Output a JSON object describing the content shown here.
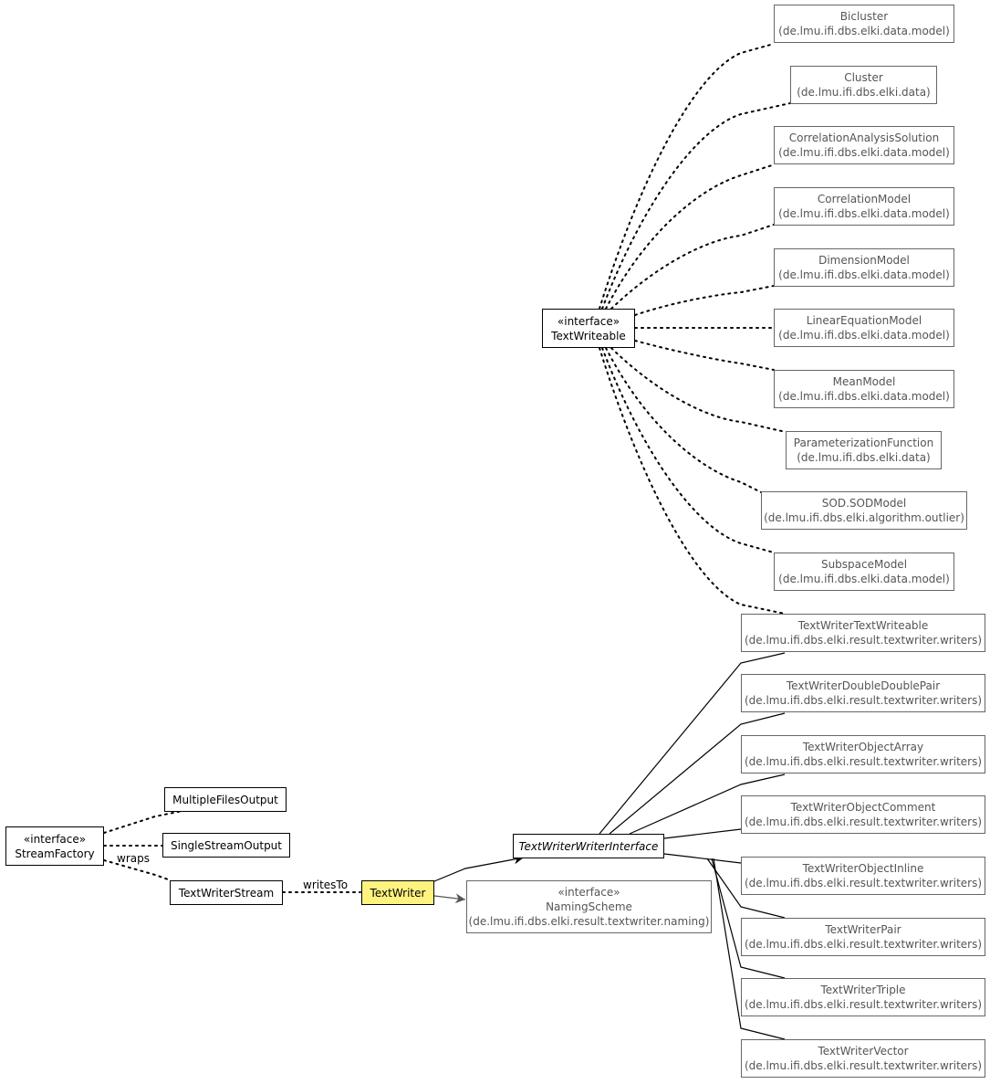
{
  "nodes": {
    "bicluster": {
      "name": "Bicluster",
      "package": "(de.lmu.ifi.dbs.elki.data.model)"
    },
    "cluster": {
      "name": "Cluster",
      "package": "(de.lmu.ifi.dbs.elki.data)"
    },
    "correlation_analysis_solution": {
      "name": "CorrelationAnalysisSolution",
      "package": "(de.lmu.ifi.dbs.elki.data.model)"
    },
    "correlation_model": {
      "name": "CorrelationModel",
      "package": "(de.lmu.ifi.dbs.elki.data.model)"
    },
    "dimension_model": {
      "name": "DimensionModel",
      "package": "(de.lmu.ifi.dbs.elki.data.model)"
    },
    "linear_equation_model": {
      "name": "LinearEquationModel",
      "package": "(de.lmu.ifi.dbs.elki.data.model)"
    },
    "mean_model": {
      "name": "MeanModel",
      "package": "(de.lmu.ifi.dbs.elki.data.model)"
    },
    "parameterization_function": {
      "name": "ParameterizationFunction",
      "package": "(de.lmu.ifi.dbs.elki.data)"
    },
    "sod_model": {
      "name": "SOD.SODModel",
      "package": "(de.lmu.ifi.dbs.elki.algorithm.outlier)"
    },
    "subspace_model": {
      "name": "SubspaceModel",
      "package": "(de.lmu.ifi.dbs.elki.data.model)"
    },
    "text_writeable": {
      "stereotype": "«interface»",
      "name": "TextWriteable"
    },
    "tw_text_writeable": {
      "name": "TextWriterTextWriteable",
      "package": "(de.lmu.ifi.dbs.elki.result.textwriter.writers)"
    },
    "tw_double_double_pair": {
      "name": "TextWriterDoubleDoublePair",
      "package": "(de.lmu.ifi.dbs.elki.result.textwriter.writers)"
    },
    "tw_object_array": {
      "name": "TextWriterObjectArray",
      "package": "(de.lmu.ifi.dbs.elki.result.textwriter.writers)"
    },
    "tw_object_comment": {
      "name": "TextWriterObjectComment",
      "package": "(de.lmu.ifi.dbs.elki.result.textwriter.writers)"
    },
    "tw_object_inline": {
      "name": "TextWriterObjectInline",
      "package": "(de.lmu.ifi.dbs.elki.result.textwriter.writers)"
    },
    "tw_pair": {
      "name": "TextWriterPair",
      "package": "(de.lmu.ifi.dbs.elki.result.textwriter.writers)"
    },
    "tw_triple": {
      "name": "TextWriterTriple",
      "package": "(de.lmu.ifi.dbs.elki.result.textwriter.writers)"
    },
    "tw_vector": {
      "name": "TextWriterVector",
      "package": "(de.lmu.ifi.dbs.elki.result.textwriter.writers)"
    },
    "tw_writer_interface": {
      "name": "TextWriterWriterInterface"
    },
    "naming_scheme": {
      "stereotype": "«interface»",
      "name": "NamingScheme",
      "package": "(de.lmu.ifi.dbs.elki.result.textwriter.naming)"
    },
    "text_writer": {
      "name": "TextWriter"
    },
    "tw_stream": {
      "name": "TextWriterStream"
    },
    "multiple_files_output": {
      "name": "MultipleFilesOutput"
    },
    "single_stream_output": {
      "name": "SingleStreamOutput"
    },
    "stream_factory": {
      "stereotype": "«interface»",
      "name": "StreamFactory"
    }
  },
  "edge_labels": {
    "wraps": "wraps",
    "writes_to": "writesTo"
  },
  "colors": {
    "focus_fill": "#fff380",
    "external_border": "#666666",
    "external_text": "#555555",
    "line": "#000000",
    "naming_arrow": "#555555"
  }
}
